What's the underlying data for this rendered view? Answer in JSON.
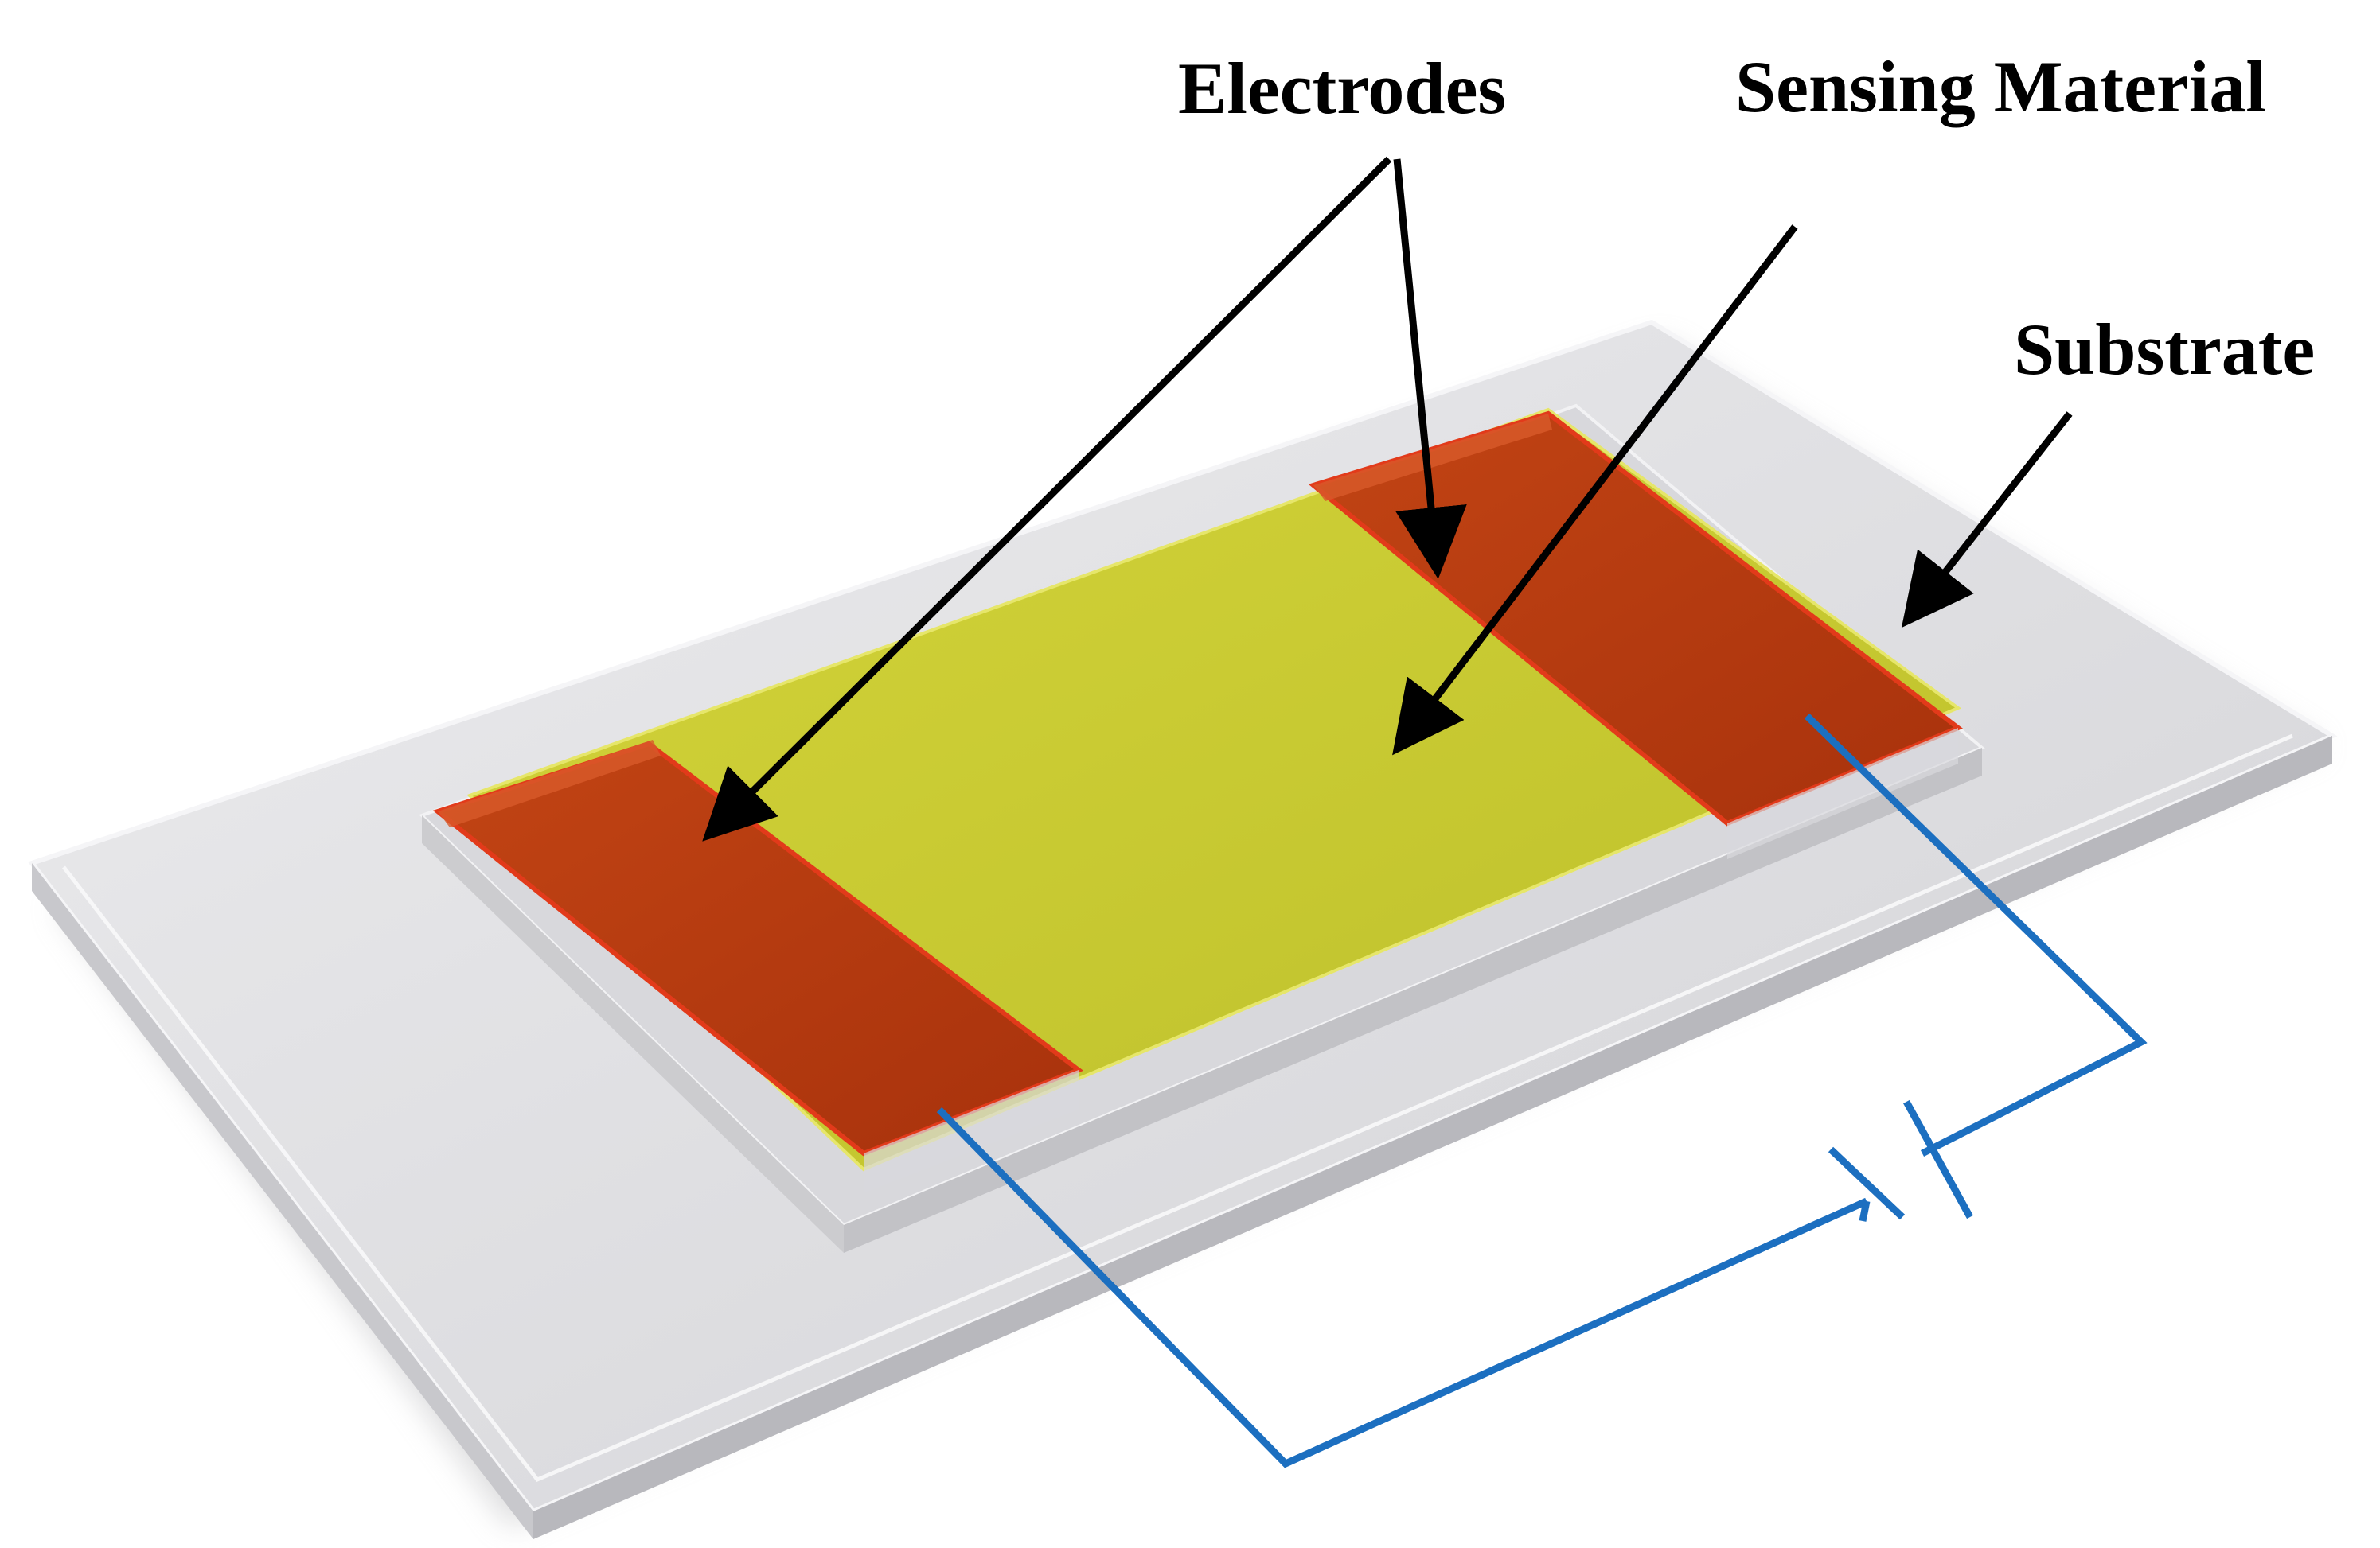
{
  "labels": {
    "electrodes": "Electrodes",
    "sensing_material": "Sensing Material",
    "substrate": "Substrate"
  },
  "colors": {
    "substrate_top": "#e2e2e4",
    "substrate_side": "#c4c4c8",
    "electrode": "#b8380f",
    "electrode_edge": "#e23a1a",
    "sensing_material": "#c4c630",
    "circuit_wire": "#1c6fc0",
    "arrow": "#000000"
  },
  "components": [
    "substrate",
    "electrode-left",
    "electrode-right",
    "sensing-material",
    "circuit-wire",
    "battery-symbol"
  ]
}
